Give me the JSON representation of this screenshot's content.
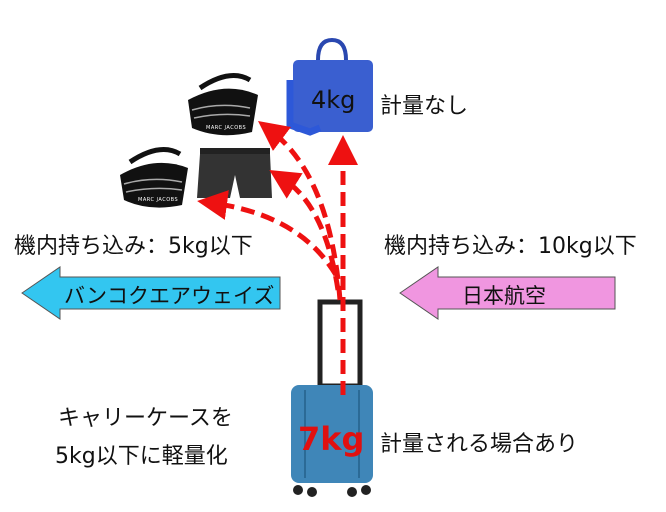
{
  "bag_weight": "4kg",
  "bag_note": "計量なし",
  "left_limit": "機内持ち込み：5kg以下",
  "right_limit": "機内持ち込み：10kg以下",
  "left_airline": "バンコクエアウェイズ",
  "right_airline": "日本航空",
  "suitcase_weight": "7kg",
  "suitcase_note": "計量される場合あり",
  "advice_line1": "キャリーケースを",
  "advice_line2": "5kg以下に軽量化",
  "brand_text": "MARC JACOBS",
  "colors": {
    "blue_arrow": "#33c6f0",
    "pink_arrow": "#f096e0",
    "dash": "#ee1111",
    "bag": "#3a5fd0",
    "suitcase": "#3f86b8"
  }
}
